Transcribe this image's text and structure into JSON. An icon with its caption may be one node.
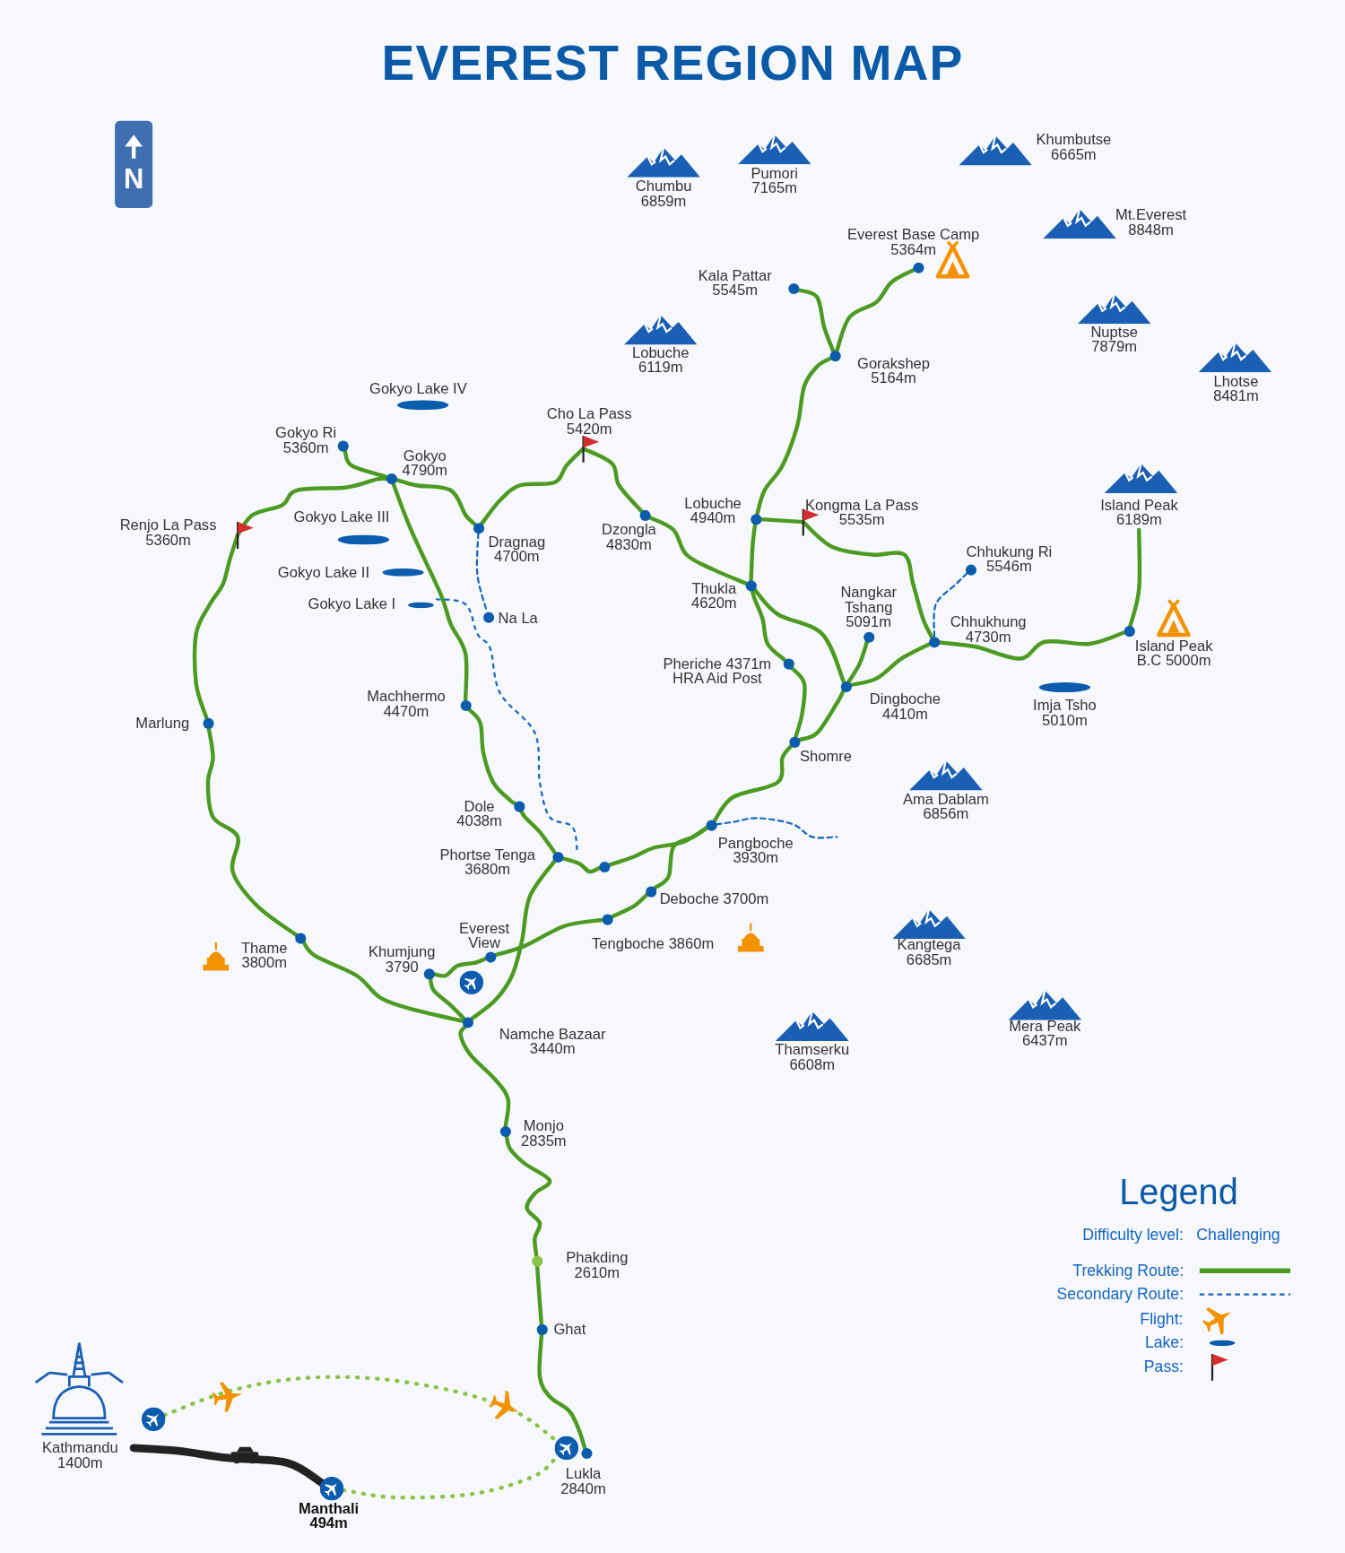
{
  "diagram": {
    "title": "EVEREST REGION MAP",
    "nodes": [
      {
        "text": [
          "Everest Base Camp",
          "5364m"
        ]
      },
      {
        "text": [
          "Kala Pattar",
          "5545m"
        ]
      },
      {
        "text": [
          "Gorakshep",
          "5164m"
        ]
      },
      {
        "text": [
          "Lobuche",
          "4940m"
        ]
      },
      {
        "text": [
          "Kongma La Pass",
          "5535m"
        ]
      },
      {
        "text": [
          "Thukla",
          "4620m"
        ]
      },
      {
        "text": [
          "Pheriche 4371m",
          "HRA Aid Post"
        ]
      },
      {
        "text": [
          "Nangkar Tshang",
          "5091m"
        ]
      },
      {
        "text": [
          "Dingboche",
          "4410m"
        ]
      },
      {
        "text": [
          "Chhukung Ri",
          "5546m"
        ]
      },
      {
        "text": [
          "Chhukhung",
          "4730m"
        ]
      },
      {
        "text": [
          "Island Peak",
          "6189m"
        ]
      },
      {
        "text": [
          "Island Peak",
          "B.C 5000m"
        ]
      },
      {
        "text": [
          "Shomre"
        ]
      },
      {
        "text": [
          "Pangboche",
          "3930m"
        ]
      },
      {
        "text": [
          "Deboche 3700m"
        ]
      },
      {
        "text": [
          "Tengboche 3860m"
        ]
      },
      {
        "text": [],
        "shape": "circle"
      },
      {
        "text": [
          "Phortse Tenga",
          "3680m"
        ]
      },
      {
        "text": [
          "Dole",
          "4038m"
        ]
      },
      {
        "text": [
          "Machhermo",
          "4470m"
        ]
      },
      {
        "text": [
          "Gokyo",
          "4790m"
        ]
      },
      {
        "text": [
          "Gokyo Ri",
          "5360m"
        ]
      },
      {
        "text": [
          "Renjo La Pass",
          "5360m"
        ]
      },
      {
        "text": [
          "Marlung"
        ]
      },
      {
        "text": [
          "Thame",
          "3800m"
        ]
      },
      {
        "text": [
          "Dragnag",
          "4700m"
        ]
      },
      {
        "text": [
          "Na La"
        ]
      },
      {
        "text": [
          "Cho La Pass",
          "5420m"
        ]
      },
      {
        "text": [
          "Dzongla",
          "4830m"
        ]
      },
      {
        "text": [
          "Khumjung",
          "3790"
        ]
      },
      {
        "text": [
          "Everest View"
        ]
      },
      {
        "text": [
          "Namche Bazaar",
          "3440m"
        ]
      },
      {
        "text": [
          "Monjo",
          "2835m"
        ]
      },
      {
        "text": [
          "Phakding",
          "2610m"
        ]
      },
      {
        "text": [
          "Ghat"
        ]
      },
      {
        "text": [
          "Lukla",
          "2840m"
        ]
      },
      {
        "text": [
          "Kathmandu",
          "1400m"
        ]
      },
      {
        "text": [
          "Manthali",
          "494m"
        ]
      }
    ],
    "edges": [
      {
        "from": 36,
        "to": 35,
        "arrow": "none"
      },
      {
        "from": 35,
        "to": 34,
        "arrow": "none"
      },
      {
        "from": 34,
        "to": 33,
        "arrow": "none"
      },
      {
        "from": 33,
        "to": 32,
        "arrow": "none"
      },
      {
        "from": 32,
        "to": 25,
        "arrow": "none"
      },
      {
        "from": 25,
        "to": 24,
        "arrow": "none"
      },
      {
        "from": 24,
        "to": 23,
        "arrow": "none"
      },
      {
        "from": 23,
        "to": 21,
        "arrow": "none"
      },
      {
        "from": 22,
        "to": 21,
        "arrow": "none"
      },
      {
        "from": 32,
        "to": 30,
        "arrow": "none"
      },
      {
        "from": 30,
        "to": 31,
        "arrow": "none"
      },
      {
        "from": 31,
        "to": 16,
        "arrow": "none"
      },
      {
        "from": 32,
        "to": 18,
        "arrow": "none"
      },
      {
        "from": 16,
        "to": 15,
        "arrow": "none"
      },
      {
        "from": 15,
        "to": 14,
        "arrow": "none"
      },
      {
        "from": 18,
        "to": 17,
        "arrow": "none"
      },
      {
        "from": 17,
        "to": 14,
        "arrow": "none"
      },
      {
        "from": 18,
        "to": 19,
        "arrow": "none"
      },
      {
        "from": 19,
        "to": 20,
        "arrow": "none"
      },
      {
        "from": 20,
        "to": 21,
        "arrow": "none"
      },
      {
        "from": 21,
        "to": 26,
        "arrow": "none"
      },
      {
        "from": 26,
        "to": 28,
        "arrow": "none"
      },
      {
        "from": 28,
        "to": 29,
        "arrow": "none"
      },
      {
        "from": 29,
        "to": 5,
        "arrow": "none"
      },
      {
        "from": 14,
        "to": 13,
        "arrow": "none"
      },
      {
        "from": 13,
        "to": 6,
        "arrow": "none"
      },
      {
        "from": 6,
        "to": 5,
        "arrow": "none"
      },
      {
        "from": 13,
        "to": 8,
        "arrow": "none"
      },
      {
        "from": 5,
        "to": 8,
        "arrow": "none"
      },
      {
        "from": 5,
        "to": 3,
        "arrow": "none"
      },
      {
        "from": 3,
        "to": 2,
        "arrow": "none"
      },
      {
        "from": 2,
        "to": 1,
        "arrow": "none"
      },
      {
        "from": 2,
        "to": 0,
        "arrow": "none"
      },
      {
        "from": 3,
        "to": 4,
        "arrow": "none"
      },
      {
        "from": 4,
        "to": 10,
        "arrow": "none"
      },
      {
        "from": 8,
        "to": 7,
        "arrow": "none"
      },
      {
        "from": 8,
        "to": 10,
        "arrow": "none"
      },
      {
        "from": 10,
        "to": 12,
        "arrow": "none"
      },
      {
        "from": 12,
        "to": 11,
        "arrow": "none"
      },
      {
        "from": 10,
        "to": 9,
        "arrow": "none",
        "style": "dashed",
        "color": "#1565c0"
      },
      {
        "from": 26,
        "to": 27,
        "arrow": "none",
        "style": "dashed",
        "color": "#1565c0"
      },
      {
        "from": 14,
        "to": null,
        "arrow": "none",
        "style": "dashed",
        "color": "#1565c0"
      },
      {
        "from": 37,
        "to": 36,
        "arrow": "none",
        "style": "dashed",
        "color": "#8bc34a"
      },
      {
        "from": 37,
        "to": 38,
        "arrow": "none",
        "style": "thick",
        "color": "#222222"
      },
      {
        "from": 38,
        "to": 36,
        "arrow": "none",
        "style": "dashed",
        "color": "#8bc34a"
      }
    ],
    "labels": [
      "N",
      "Khumbutse 6665m",
      "Chumbu 6859m",
      "Pumori 7165m",
      "Mt.Everest 8848m",
      "Nuptse 7879m",
      "Lobuche 6119m",
      "Lhotse 8481m",
      "Gokyo Lake IV",
      "Gokyo Lake III",
      "Gokyo Lake II",
      "Gokyo Lake I",
      "Imja Tsho 5010m",
      "Ama Dablam 6856m",
      "Kangtega 6685m",
      "Mera Peak 6437m",
      "Thamserku 6608m",
      "Legend",
      "Difficulty level:",
      "Challenging"
    ],
    "legend": [
      {
        "text": "Trekking Route:"
      },
      {
        "text": "Secondary Route:"
      },
      {
        "text": "Flight:"
      },
      {
        "text": "Lake:"
      },
      {
        "text": "Pass:"
      }
    ]
  }
}
